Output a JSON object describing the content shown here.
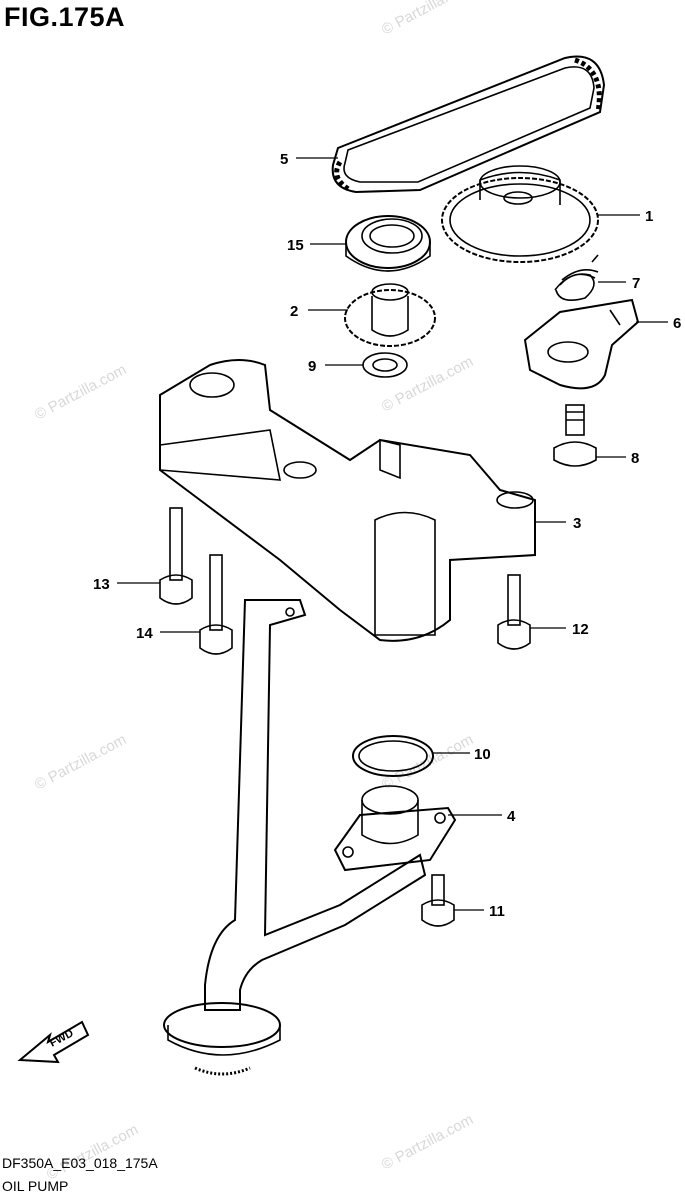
{
  "figure": {
    "title": "FIG.175A",
    "footer_code": "DF350A_E03_018_175A",
    "footer_caption": "OIL PUMP"
  },
  "watermark": {
    "text": "© Partzilla.com"
  },
  "fwd_label": "FWD",
  "callouts": [
    {
      "id": "1",
      "part": "oil-pump-drive-sprocket"
    },
    {
      "id": "2",
      "part": "oil-pump-driven-sprocket"
    },
    {
      "id": "3",
      "part": "oil-pump-assembly"
    },
    {
      "id": "4",
      "part": "oil-strainer"
    },
    {
      "id": "5",
      "part": "oil-pump-drive-chain"
    },
    {
      "id": "6",
      "part": "chain-tensioner"
    },
    {
      "id": "7",
      "part": "tensioner-spring"
    },
    {
      "id": "8",
      "part": "tensioner-pivot-bolt"
    },
    {
      "id": "9",
      "part": "washer"
    },
    {
      "id": "10",
      "part": "o-ring"
    },
    {
      "id": "11",
      "part": "strainer-bolt"
    },
    {
      "id": "12",
      "part": "pump-bolt-12"
    },
    {
      "id": "13",
      "part": "pump-bolt-13"
    },
    {
      "id": "14",
      "part": "pump-bolt-14"
    },
    {
      "id": "15",
      "part": "bearing"
    }
  ]
}
